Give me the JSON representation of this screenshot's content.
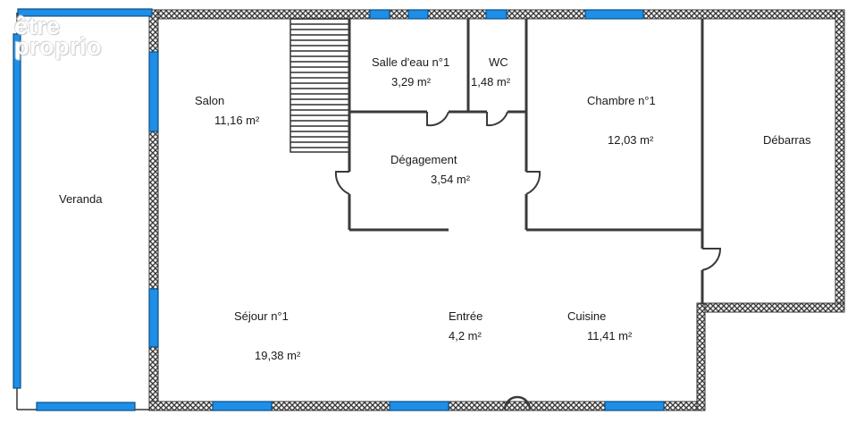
{
  "brand": {
    "logo_line1": "être",
    "logo_line2": "proprio",
    "watermark": ""
  },
  "colors": {
    "wall": "#3a3a3a",
    "window": "#1e8ee6",
    "window_stroke": "#0a4f86",
    "interior_wall": "#3a3a3a"
  },
  "rooms": [
    {
      "id": "veranda",
      "name": "Veranda",
      "area": ""
    },
    {
      "id": "salon",
      "name": "Salon",
      "area": "11,16  m²"
    },
    {
      "id": "salle-deau",
      "name": "Salle d'eau n°1",
      "area": "3,29  m²"
    },
    {
      "id": "wc",
      "name": "WC",
      "area": "1,48  m²"
    },
    {
      "id": "chambre",
      "name": "Chambre n°1",
      "area": "12,03  m²"
    },
    {
      "id": "debarras",
      "name": "Débarras",
      "area": ""
    },
    {
      "id": "degagement",
      "name": "Dégagement",
      "area": "3,54  m²"
    },
    {
      "id": "sejour",
      "name": "Séjour n°1",
      "area": "19,38  m²"
    },
    {
      "id": "entree",
      "name": "Entrée",
      "area": "4,2  m²"
    },
    {
      "id": "cuisine",
      "name": "Cuisine",
      "area": "11,41  m²"
    }
  ]
}
